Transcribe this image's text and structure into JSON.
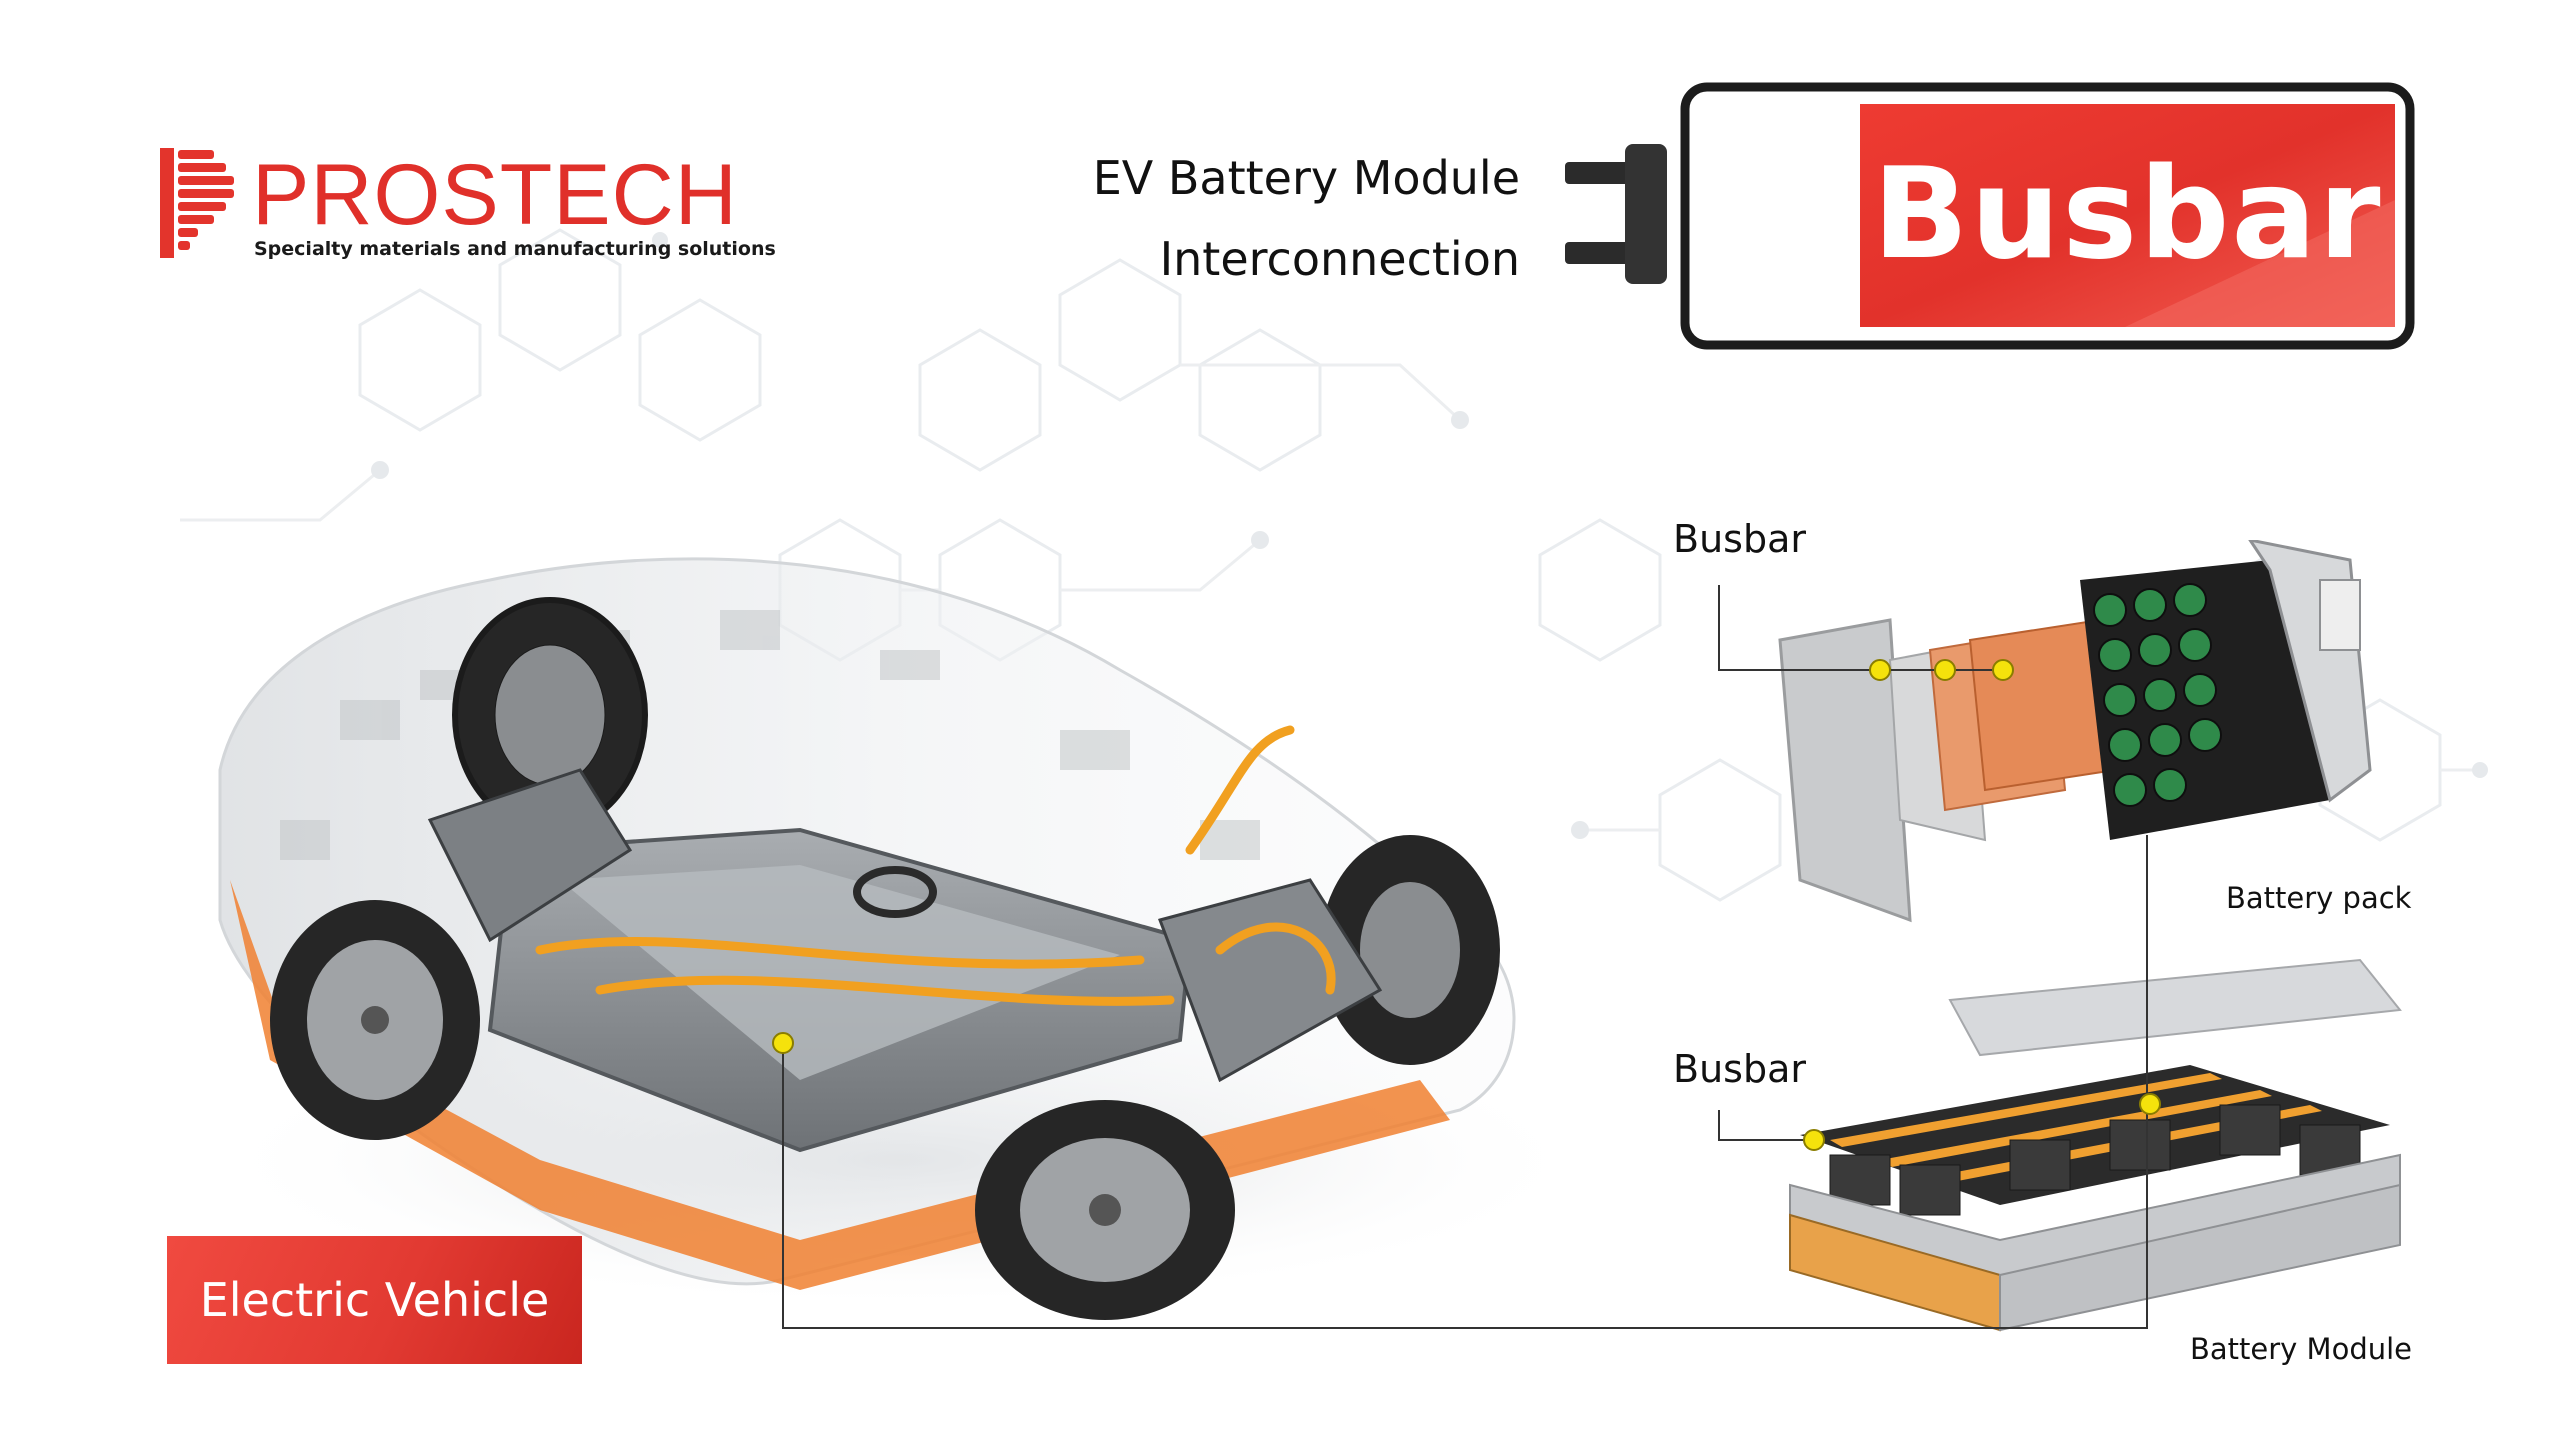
{
  "brand": {
    "name": "PROSTECH",
    "tagline": "Specialty materials and manufacturing solutions"
  },
  "headline": {
    "line1": "EV Battery Module",
    "line2": "Interconnection"
  },
  "hero": {
    "title": "Busbar"
  },
  "callouts": {
    "busbar_top": "Busbar",
    "busbar_bottom": "Busbar",
    "battery_pack": "Battery pack",
    "battery_module": "Battery Module"
  },
  "badge": {
    "label": "Electric Vehicle"
  },
  "colors": {
    "accent_red": "#e3342c",
    "marker_yellow": "#f5e20c",
    "copper": "#e08a55",
    "text_dark": "#111111"
  }
}
